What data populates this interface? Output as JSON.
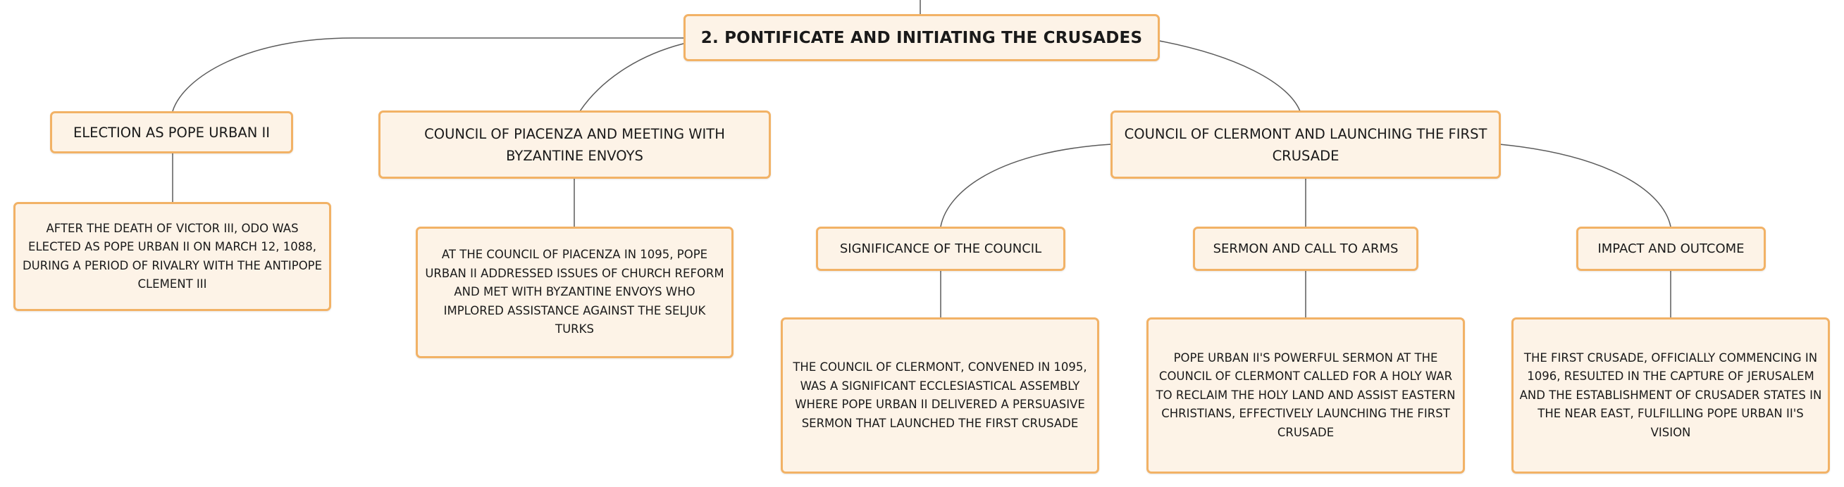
{
  "root": {
    "label": "2. PONTIFICATE AND INITIATING THE CRUSADES"
  },
  "topics": [
    {
      "label": "ELECTION AS POPE URBAN II",
      "detail": "AFTER THE DEATH OF VICTOR III, ODO WAS ELECTED AS POPE URBAN II ON MARCH 12, 1088, DURING A PERIOD OF RIVALRY WITH THE ANTIPOPE CLEMENT III"
    },
    {
      "label": "COUNCIL OF PIACENZA AND MEETING WITH BYZANTINE ENVOYS",
      "detail": "AT THE COUNCIL OF PIACENZA IN 1095, POPE URBAN II ADDRESSED ISSUES OF CHURCH REFORM AND MET WITH BYZANTINE ENVOYS WHO IMPLORED ASSISTANCE AGAINST THE SELJUK TURKS"
    },
    {
      "label": "COUNCIL OF CLERMONT AND LAUNCHING THE FIRST CRUSADE",
      "subtopics": [
        {
          "label": "SIGNIFICANCE OF THE COUNCIL",
          "detail": "THE COUNCIL OF CLERMONT, CONVENED IN 1095, WAS A SIGNIFICANT ECCLESIASTICAL ASSEMBLY WHERE POPE URBAN II DELIVERED A PERSUASIVE SERMON THAT LAUNCHED THE FIRST CRUSADE"
        },
        {
          "label": "SERMON AND CALL TO ARMS",
          "detail": "POPE URBAN II'S POWERFUL SERMON AT THE COUNCIL OF CLERMONT CALLED FOR A HOLY WAR TO RECLAIM THE HOLY LAND AND ASSIST EASTERN CHRISTIANS, EFFECTIVELY LAUNCHING THE FIRST CRUSADE"
        },
        {
          "label": "IMPACT AND OUTCOME",
          "detail": "THE FIRST CRUSADE, OFFICIALLY COMMENCING IN 1096, RESULTED IN THE CAPTURE OF JERUSALEM AND THE ESTABLISHMENT OF CRUSADER STATES IN THE NEAR EAST, FULFILLING POPE URBAN II'S VISION"
        }
      ]
    }
  ],
  "colors": {
    "node_fill": "#fdf3e7",
    "node_border": "#f2b266",
    "connector": "#5b5b5b",
    "text": "#1a1a1a"
  }
}
